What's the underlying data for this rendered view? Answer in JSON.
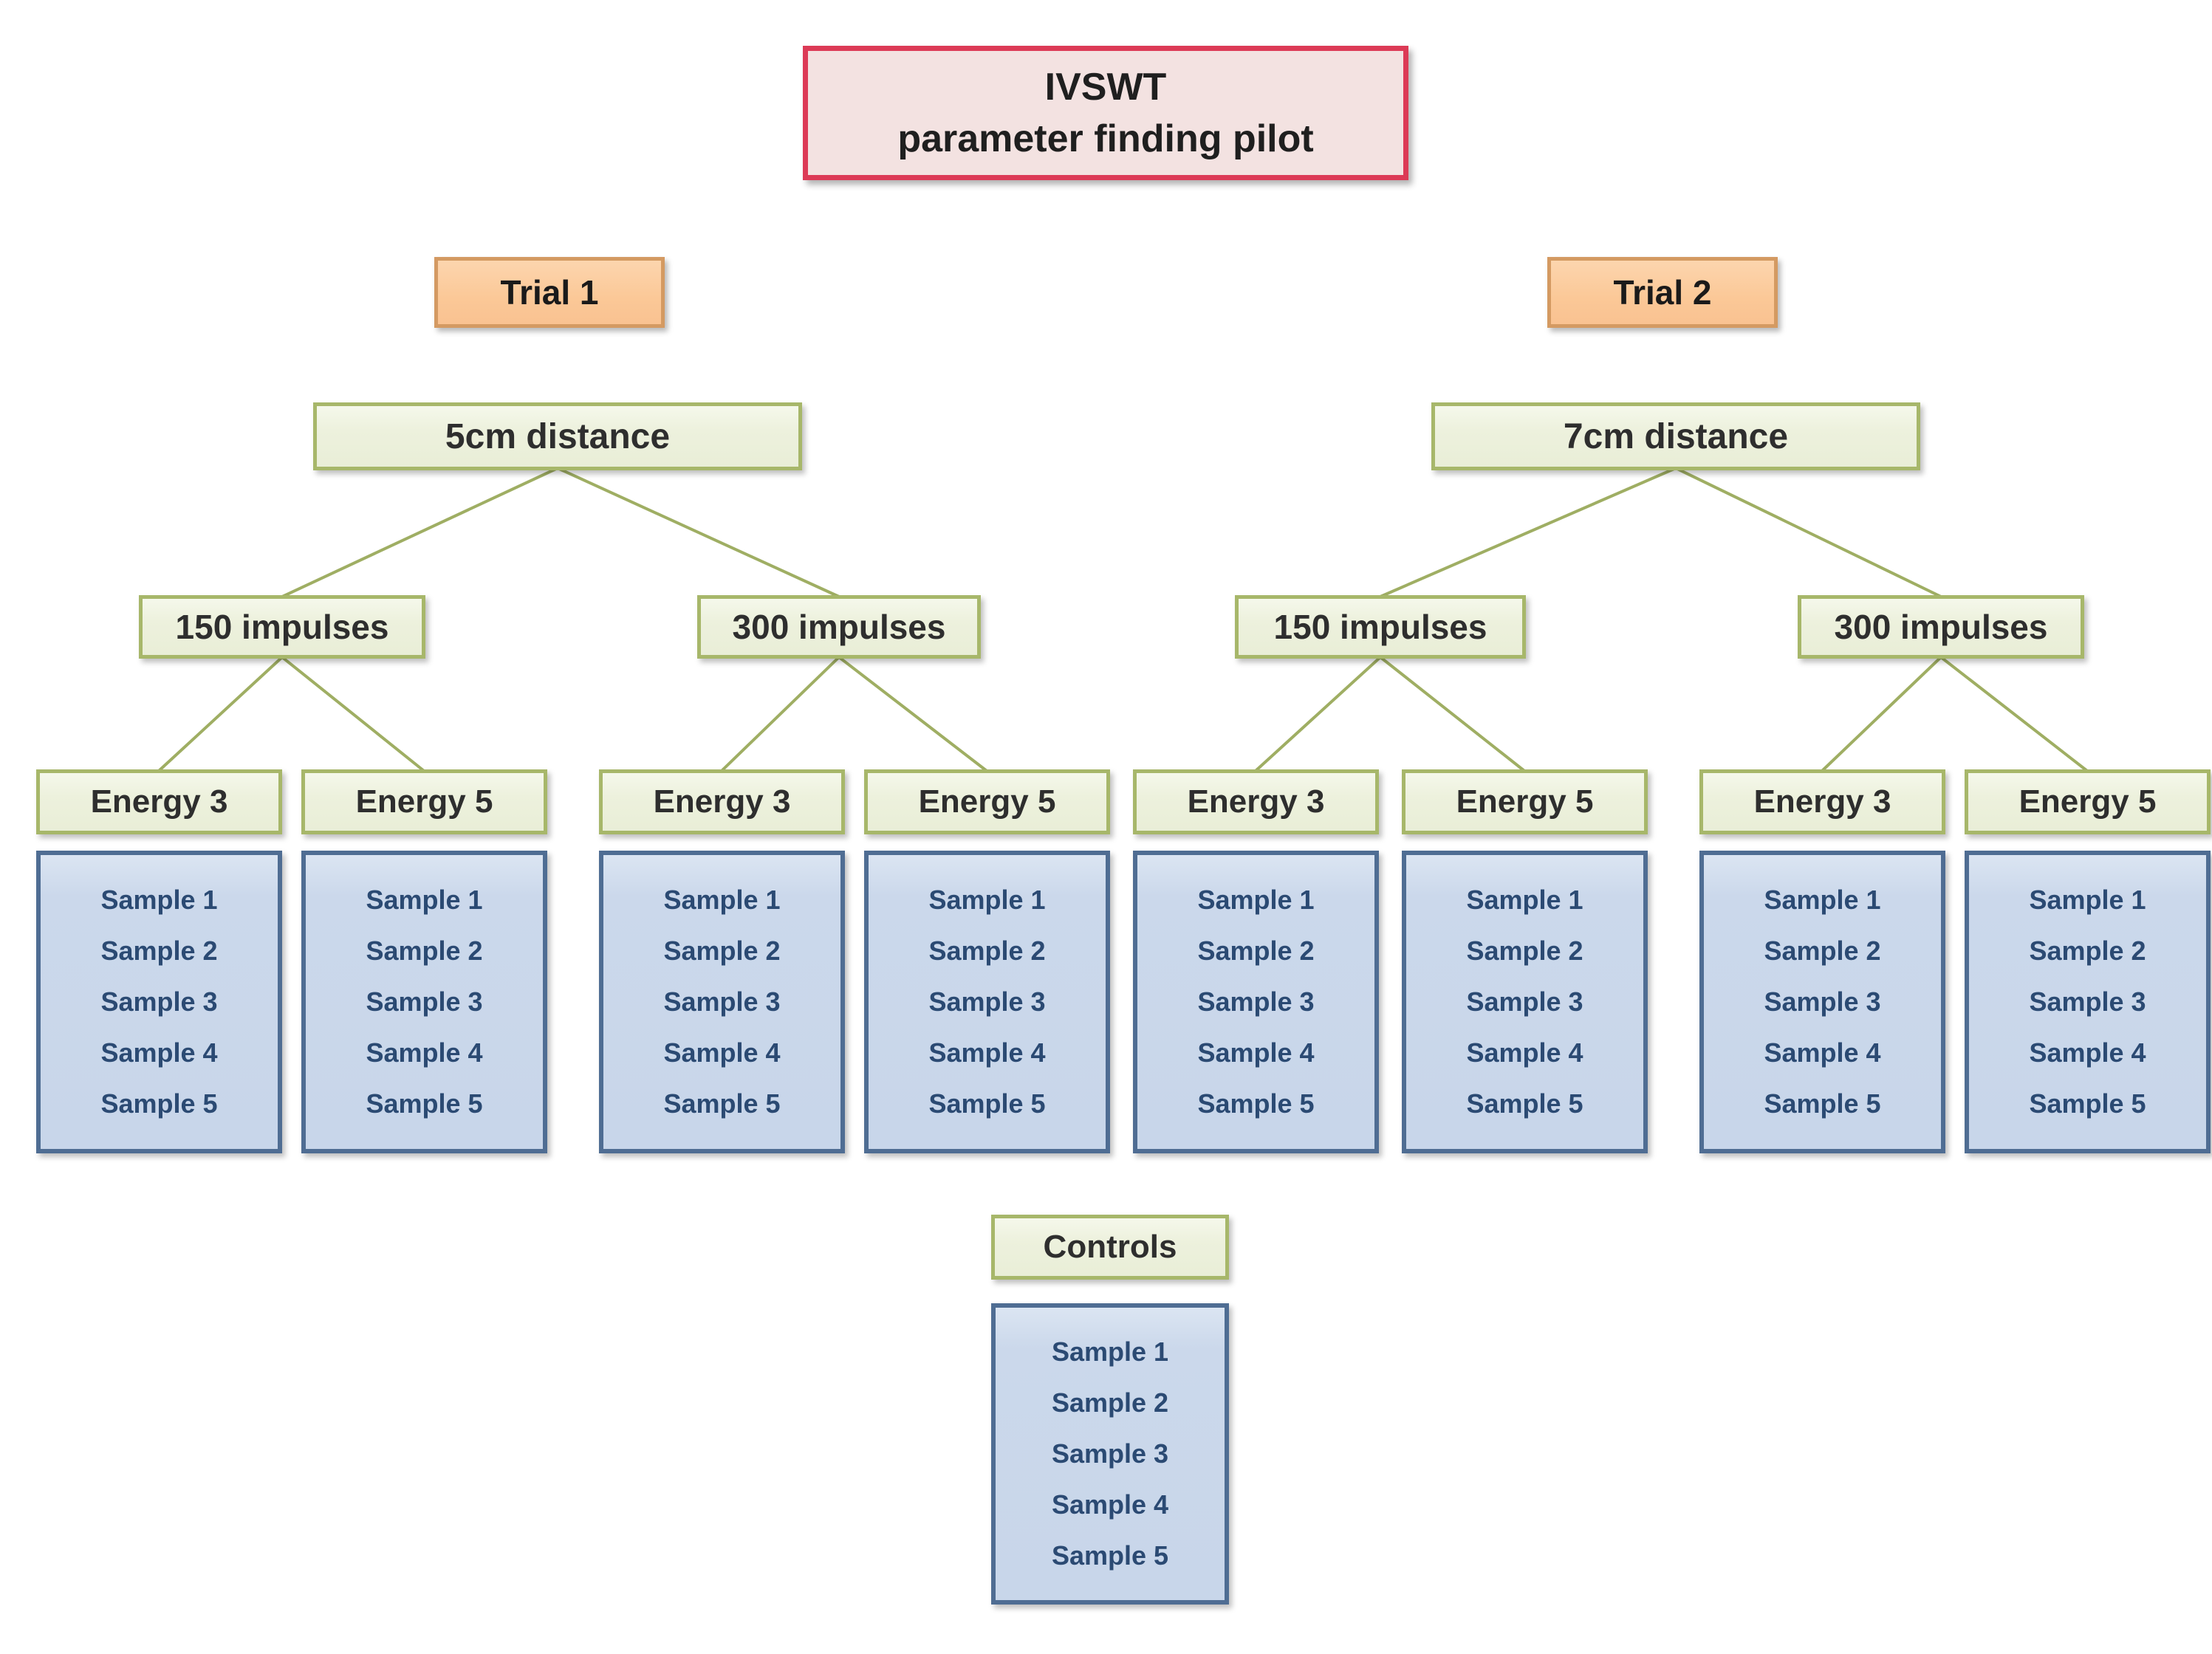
{
  "title": {
    "line1": "IVSWT",
    "line2": "parameter finding pilot"
  },
  "trials": [
    {
      "label": "Trial 1",
      "distance": "5cm distance",
      "branches": [
        {
          "impulses": "150 impulses",
          "energies": [
            {
              "label": "Energy 3",
              "samples": [
                "Sample 1",
                "Sample 2",
                "Sample 3",
                "Sample 4",
                "Sample 5"
              ]
            },
            {
              "label": "Energy 5",
              "samples": [
                "Sample 1",
                "Sample 2",
                "Sample 3",
                "Sample 4",
                "Sample 5"
              ]
            }
          ]
        },
        {
          "impulses": "300 impulses",
          "energies": [
            {
              "label": "Energy 3",
              "samples": [
                "Sample 1",
                "Sample 2",
                "Sample 3",
                "Sample 4",
                "Sample 5"
              ]
            },
            {
              "label": "Energy 5",
              "samples": [
                "Sample 1",
                "Sample 2",
                "Sample 3",
                "Sample 4",
                "Sample 5"
              ]
            }
          ]
        }
      ]
    },
    {
      "label": "Trial 2",
      "distance": "7cm distance",
      "branches": [
        {
          "impulses": "150 impulses",
          "energies": [
            {
              "label": "Energy 3",
              "samples": [
                "Sample 1",
                "Sample 2",
                "Sample 3",
                "Sample 4",
                "Sample 5"
              ]
            },
            {
              "label": "Energy 5",
              "samples": [
                "Sample 1",
                "Sample 2",
                "Sample 3",
                "Sample 4",
                "Sample 5"
              ]
            }
          ]
        },
        {
          "impulses": "300 impulses",
          "energies": [
            {
              "label": "Energy 3",
              "samples": [
                "Sample 1",
                "Sample 2",
                "Sample 3",
                "Sample 4",
                "Sample 5"
              ]
            },
            {
              "label": "Energy 5",
              "samples": [
                "Sample 1",
                "Sample 2",
                "Sample 3",
                "Sample 4",
                "Sample 5"
              ]
            }
          ]
        }
      ]
    }
  ],
  "controls": {
    "label": "Controls",
    "samples": [
      "Sample 1",
      "Sample 2",
      "Sample 3",
      "Sample 4",
      "Sample 5"
    ]
  },
  "colors": {
    "title_fill": "#f3e2e1",
    "title_border": "#dc3a56",
    "trial_fill": "#fbc897",
    "trial_border": "#d49a62",
    "node_fill": "#edf1dd",
    "node_border": "#a7b76a",
    "sample_fill": "#cbd8eb",
    "sample_border": "#4f6d93",
    "sample_text": "#2b4a73",
    "connector": "#9fae63"
  }
}
